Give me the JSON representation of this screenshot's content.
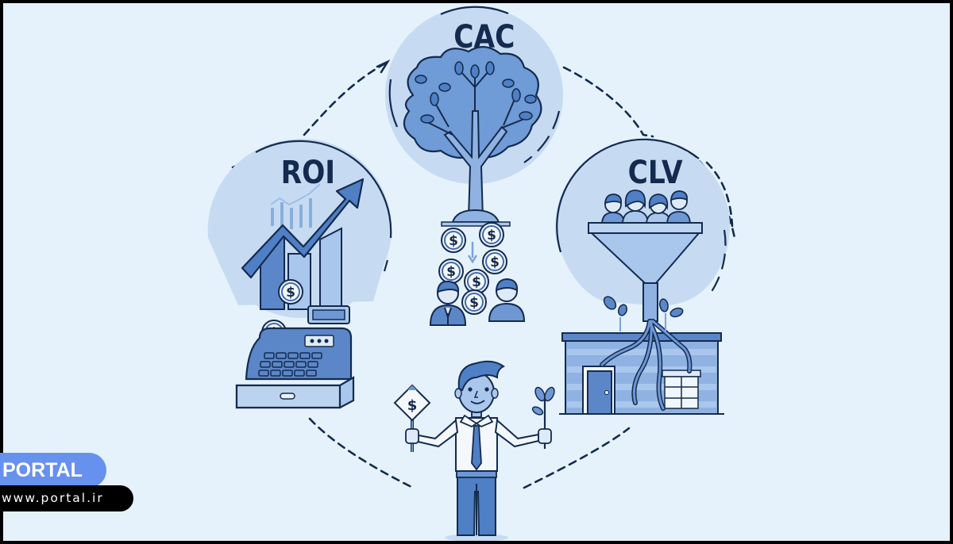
{
  "illustration": {
    "theme": "Marketing metrics cycle",
    "metrics": [
      {
        "id": "roi",
        "label": "ROI",
        "icon": "rising-chart-cash-register-icon"
      },
      {
        "id": "cac",
        "label": "CAC",
        "icon": "money-tree-coins-customers-icon"
      },
      {
        "id": "clv",
        "label": "CLV",
        "icon": "customer-funnel-roots-store-icon"
      }
    ],
    "center_figure": {
      "icon": "businessman-holding-dollar-sign-and-sprout-icon",
      "sign_symbol": "$"
    },
    "cycle": {
      "style": "dashed",
      "direction": "clockwise"
    }
  },
  "colors": {
    "background": "#e5f2fc",
    "circle_fill": "#c6dbf2",
    "primary_blue": "#4f7fc4",
    "mid_blue": "#7aa3da",
    "light_blue": "#a9c6ec",
    "outline": "#142a4e",
    "brand_badge": "#6691ee"
  },
  "watermark": {
    "brand": "PORTAL",
    "url": "www.portal.ir"
  }
}
